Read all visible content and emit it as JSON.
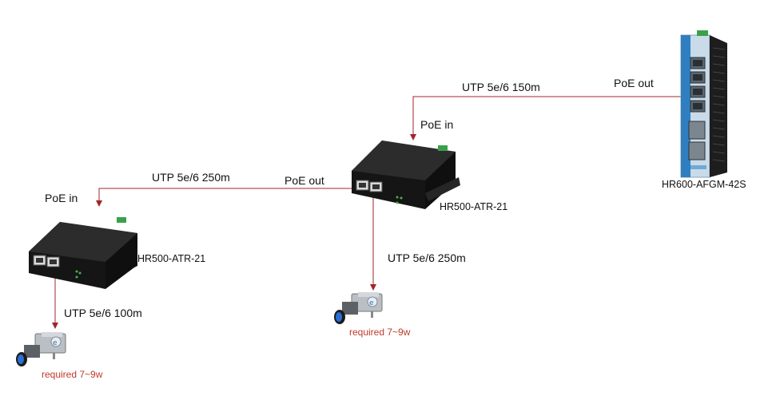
{
  "colors": {
    "link": "#a0262b",
    "required": "#c0392b"
  },
  "switch": {
    "name": "HR600-AFGM-42S",
    "port_label": "PoE out"
  },
  "links": {
    "switch_to_ext2": "UTP 5e/6   150m",
    "ext2_to_ext1": "UTP 5e/6   250m",
    "ext2_to_cam2": "UTP 5e/6 250m",
    "ext1_to_cam1": "UTP 5e/6  100m"
  },
  "extender2": {
    "name": "HR500-ATR-21",
    "in_label": "PoE in",
    "out_label": "PoE out"
  },
  "extender1": {
    "name": "HR500-ATR-21",
    "in_label": "PoE in"
  },
  "camera1": {
    "requirement": "required 7~9w"
  },
  "camera2": {
    "requirement": "required 7~9w"
  }
}
